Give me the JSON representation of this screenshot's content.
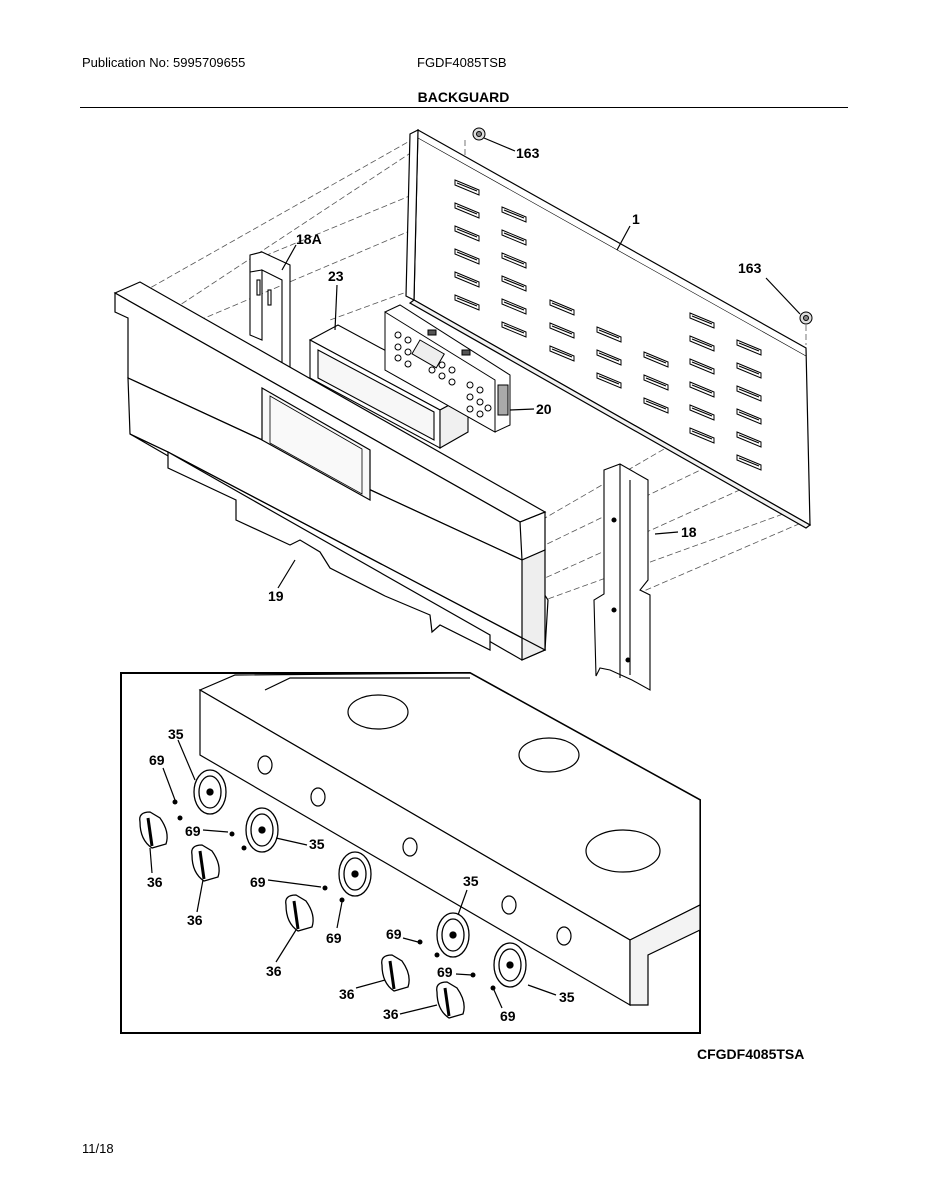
{
  "header": {
    "publication": "Publication No: 5995709655",
    "model": "FGDF4085TSB",
    "section_title": "BACKGUARD"
  },
  "callouts": {
    "p163a": "163",
    "p163b": "163",
    "p1": "1",
    "p18A": "18A",
    "p23": "23",
    "p20": "20",
    "p18": "18",
    "p19": "19",
    "k35a": "35",
    "k35b": "35",
    "k35c": "35",
    "k35d": "35",
    "s69a": "69",
    "s69b": "69",
    "s69c": "69",
    "s69d": "69",
    "s69e": "69",
    "s69f": "69",
    "s69g": "69",
    "n36a": "36",
    "n36b": "36",
    "n36c": "36",
    "n36d": "36",
    "n36e": "36"
  },
  "variant_label": "CFGDF4085TSA",
  "footer": {
    "page": "11/18"
  }
}
